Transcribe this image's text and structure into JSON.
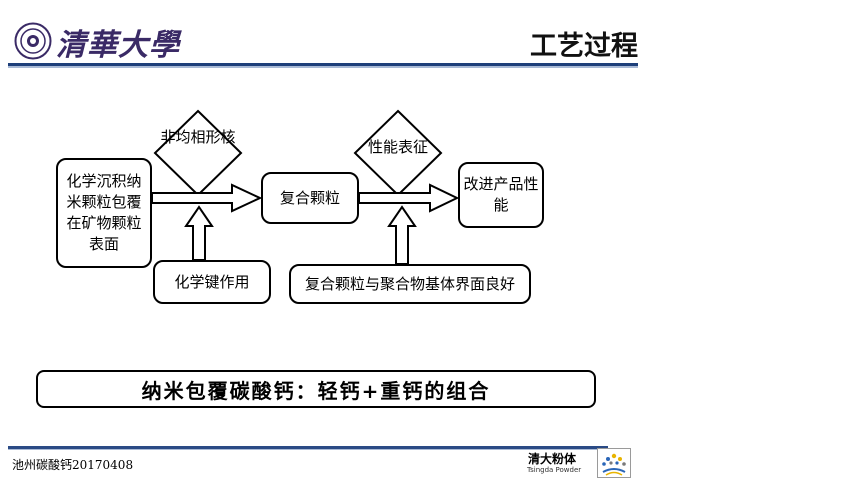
{
  "header": {
    "university_name": "清華大學",
    "slide_title": "工艺过程"
  },
  "flow": {
    "source_box": "化学沉积纳米颗粒包覆在矿物颗粒表面",
    "diamond_1": "非均相形核",
    "composite_box": "复合颗粒",
    "diamond_2": "性能表征",
    "product_box": "改进产品性能",
    "bond_box": "化学键作用",
    "interface_box": "复合颗粒与聚合物基体界面良好"
  },
  "caption": "纳米包覆碳酸钙：轻钙+重钙的组合",
  "footer": {
    "left_text": "池州碳酸钙20170408",
    "brand_name": "清大粉体",
    "brand_sub": "Tsingda Powder"
  },
  "colors": {
    "header_rule": "#1e3f7a",
    "logo_purple": "#3a2a66"
  }
}
